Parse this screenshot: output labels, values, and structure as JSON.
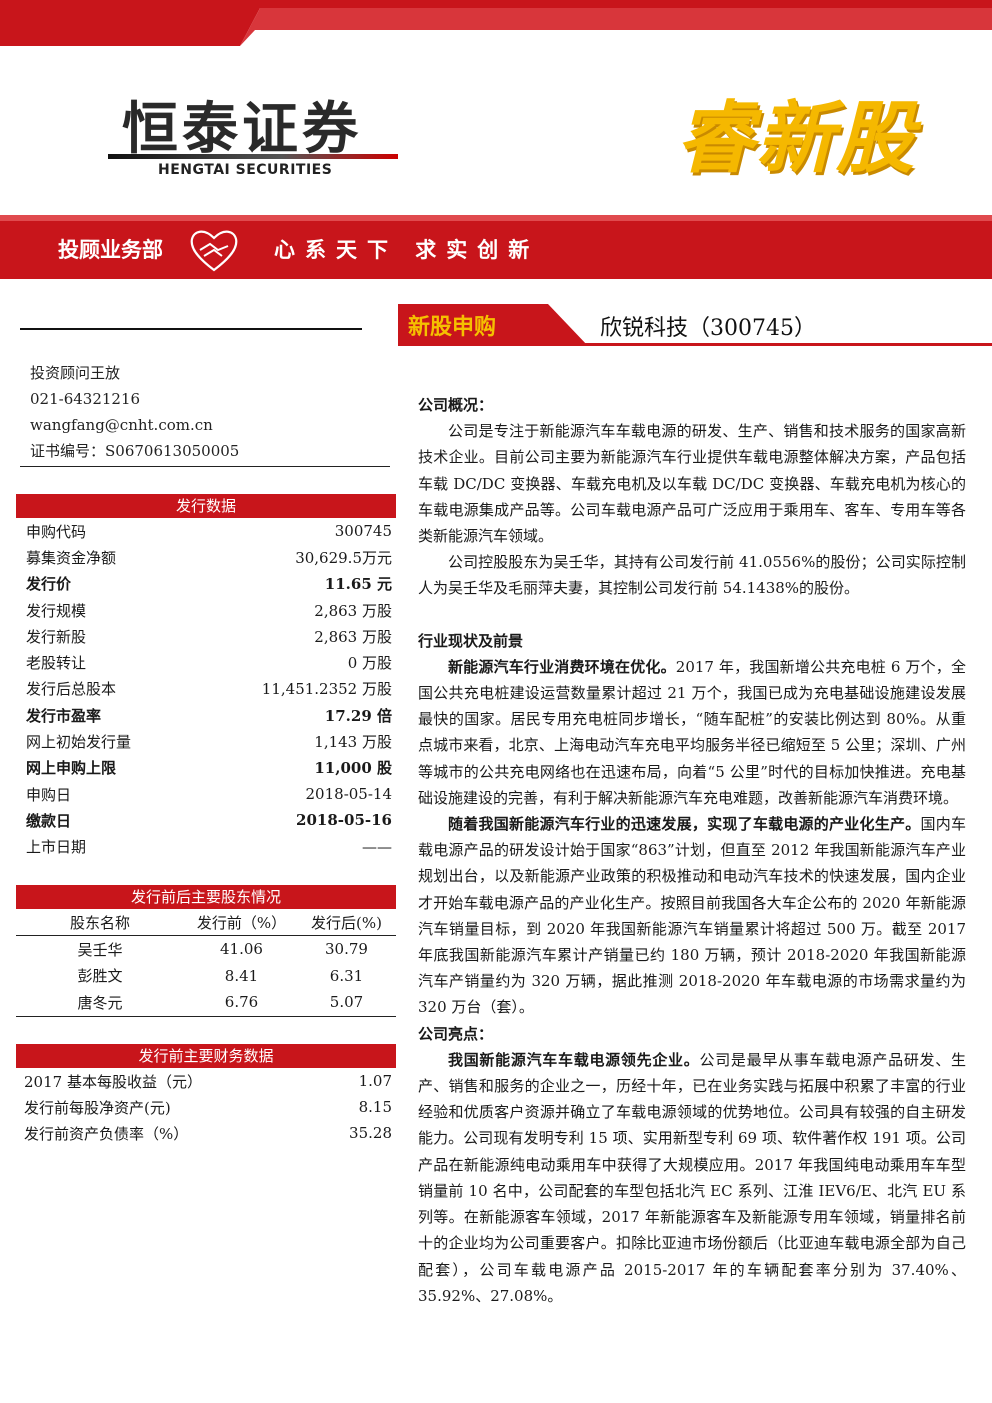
{
  "header": {
    "logo_cn": "恒泰证券",
    "logo_en": "HENGTAI SECURITIES",
    "brand": "睿新股",
    "dept": "投顾业务部",
    "slogan": "心系天下 求实创新",
    "colors": {
      "red": "#c8151b",
      "gold": "#f5b800"
    }
  },
  "title": {
    "tag": "新股申购",
    "company": "欣锐科技（300745）"
  },
  "advisor": {
    "name": "投资顾问王放",
    "phone": "021-64321216",
    "email": "wangfang@cnht.com.cn",
    "cert": "证书编号：S0670613050005"
  },
  "issue_table": {
    "title": "发行数据",
    "rows": [
      {
        "label": "申购代码",
        "value": "300745",
        "bold": false
      },
      {
        "label": "募集资金净额",
        "value": "30,629.5万元",
        "bold": false
      },
      {
        "label": "发行价",
        "value": "11.65 元",
        "bold": true
      },
      {
        "label": "发行规模",
        "value": "2,863 万股",
        "bold": false
      },
      {
        "label": "发行新股",
        "value": "2,863 万股",
        "bold": false
      },
      {
        "label": "老股转让",
        "value": "0 万股",
        "bold": false
      },
      {
        "label": "发行后总股本",
        "value": "11,451.2352 万股",
        "bold": false
      },
      {
        "label": "发行市盈率",
        "value": "17.29 倍",
        "bold": true
      },
      {
        "label": "网上初始发行量",
        "value": "1,143 万股",
        "bold": false
      },
      {
        "label": "网上申购上限",
        "value": "11,000 股",
        "bold": true
      },
      {
        "label": "申购日",
        "value": "2018-05-14",
        "bold": false
      },
      {
        "label": "缴款日",
        "value": "2018-05-16",
        "bold": true
      },
      {
        "label": "上市日期",
        "value": "——",
        "bold": false
      }
    ]
  },
  "shareholder_table": {
    "title": "发行前后主要股东情况",
    "headers": [
      "股东名称",
      "发行前（%）",
      "发行后(%)"
    ],
    "rows": [
      [
        "吴壬华",
        "41.06",
        "30.79"
      ],
      [
        "彭胜文",
        "8.41",
        "6.31"
      ],
      [
        "唐冬元",
        "6.76",
        "5.07"
      ]
    ]
  },
  "finance_table": {
    "title": "发行前主要财务数据",
    "rows": [
      {
        "label": "2017 基本每股收益（元）",
        "value": "1.07"
      },
      {
        "label": "发行前每股净资产(元)",
        "value": "8.15"
      },
      {
        "label": "发行前资产负债率（%）",
        "value": "35.28"
      }
    ]
  },
  "body": {
    "overview_title": "公司概况：",
    "overview_p1": "公司是专注于新能源汽车车载电源的研发、生产、销售和技术服务的国家高新技术企业。目前公司主要为新能源汽车行业提供车载电源整体解决方案，产品包括车载 DC/DC 变换器、车载充电机及以车载 DC/DC 变换器、车载充电机为核心的车载电源集成产品等。公司车载电源产品可广泛应用于乘用车、客车、专用车等各类新能源汽车领域。",
    "overview_p2": "公司控股股东为吴壬华，其持有公司发行前 41.0556%的股份；公司实际控制人为吴壬华及毛丽萍夫妻，其控制公司发行前 54.1438%的股份。",
    "industry_title": "行业现状及前景",
    "industry_p1_lead": "新能源汽车行业消费环境在优化。",
    "industry_p1": "2017 年，我国新增公共充电桩 6 万个，全国公共充电桩建设运营数量累计超过 21 万个，我国已成为充电基础设施建设发展最快的国家。居民专用充电桩同步增长，“随车配桩”的安装比例达到 80%。从重点城市来看，北京、上海电动汽车充电平均服务半径已缩短至 5 公里；深圳、广州等城市的公共充电网络也在迅速布局，向着“5 公里”时代的目标加快推进。充电基础设施建设的完善，有利于解决新能源汽车充电难题，改善新能源汽车消费环境。",
    "industry_p2_lead": "随着我国新能源汽车行业的迅速发展，实现了车载电源的产业化生产。",
    "industry_p2": "国内车载电源产品的研发设计始于国家“863”计划，但直至 2012 年我国新能源汽车产业规划出台，以及新能源产业政策的积极推动和电动汽车技术的快速发展，国内企业才开始车载电源产品的产业化生产。按照目前我国各大车企公布的 2020 年新能源汽车销量目标，到 2020 年我国新能源汽车销量累计将超过 500 万。截至 2017 年底我国新能源汽车累计产销量已约 180 万辆，预计 2018-2020 年我国新能源汽车产销量约为 320 万辆，据此推测 2018-2020 年车载电源的市场需求量约为 320 万台（套）。",
    "highlights_title": "公司亮点：",
    "highlights_p1_lead": "我国新能源汽车车载电源领先企业。",
    "highlights_p1": "公司是最早从事车载电源产品研发、生产、销售和服务的企业之一，历经十年，已在业务实践与拓展中积累了丰富的行业经验和优质客户资源并确立了车载电源领域的优势地位。公司具有较强的自主研发能力。公司现有发明专利 15 项、实用新型专利 69 项、软件著作权 191 项。公司产品在新能源纯电动乘用车中获得了大规模应用。2017 年我国纯电动乘用车车型销量前 10 名中，公司配套的车型包括北汽 EC 系列、江淮 IEV6/E、北汽 EU 系列等。在新能源客车领域，2017 年新能源客车及新能源专用车领域，销量排名前十的企业均为公司重要客户。扣除比亚迪市场份额后（比亚迪车载电源全部为自己配套），公司车载电源产品 2015-2017 年的车辆配套率分别为 37.40%、35.92%、27.08%。"
  }
}
